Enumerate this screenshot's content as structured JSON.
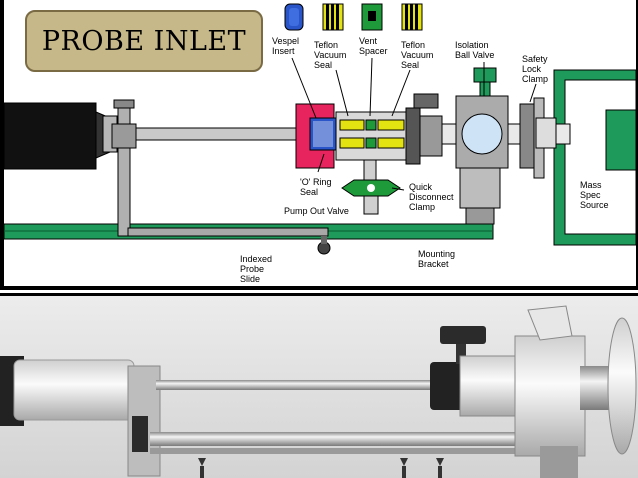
{
  "title": "PROBE  INLET",
  "labels": {
    "vespel_insert": "Vespel\nInsert",
    "teflon_vacuum_seal_1": "Teflon\nVacuum\nSeal",
    "vent_spacer": "Vent\nSpacer",
    "teflon_vacuum_seal_2": "Teflon\nVacuum\nSeal",
    "isolation_ball_valve": "Isolation\nBall Valve",
    "safety_lock_clamp": "Safety\nLock\nClamp",
    "o_ring_seal": "'O' Ring\nSeal",
    "quick_disconnect_clamp": "Quick\nDisconnect\nClamp",
    "pump_out_valve": "Pump Out Valve",
    "mass_spec_source": "Mass\nSpec\nSource",
    "indexed_probe_slide": "Indexed\nProbe\nSlide",
    "mounting_bracket": "Mounting\nBracket"
  },
  "colors": {
    "title_bg": "#c6b889",
    "rail_green": "#1e9a5a",
    "seal_yellow": "#e3e312",
    "vespel_blue": "#2a55c8",
    "o_ring_red": "#e8245e",
    "vent_green": "#1f9a3a",
    "ball_valve_blue": "#cfe3f7"
  }
}
